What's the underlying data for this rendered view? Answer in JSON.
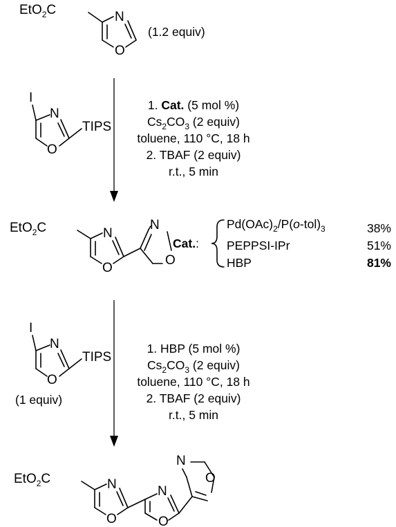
{
  "reagent_top": {
    "ester_group": "EtO",
    "ester_c": "C",
    "atom_n": "N",
    "atom_o": "O",
    "equiv": "(1.2 equiv)"
  },
  "iodo_reagent": {
    "halogen": "I",
    "atom_n": "N",
    "atom_o": "O",
    "group": "TIPS",
    "equiv": "(1 equiv)"
  },
  "step1": {
    "line1_num": "1.",
    "line1_bold": "Cat.",
    "line1_rest": "(5 mol %)",
    "line2_a": "Cs",
    "line2_b": "CO",
    "line2_c": "(2 equiv)",
    "line3": "toluene, 110 °C, 18 h",
    "line4": "2. TBAF (2 equiv)",
    "line5": "r.t., 5 min"
  },
  "product1": {
    "ester_group": "EtO",
    "ester_c": "C",
    "ring1_n": "N",
    "ring1_o": "O",
    "ring2_n": "N",
    "ring2_o": "O"
  },
  "catalyst_table": {
    "label": "Cat.",
    "colon": ":",
    "rows": [
      {
        "name_a": "Pd(OAc)",
        "name_b": "/P(",
        "name_c": "o",
        "name_d": "-tol)",
        "yield": "38%"
      },
      {
        "name": "PEPPSI-IPr",
        "yield": "51%"
      },
      {
        "name": "HBP",
        "yield": "81%"
      }
    ]
  },
  "step2": {
    "line1": "1. HBP (5 mol %)",
    "line2_a": "Cs",
    "line2_b": "CO",
    "line2_c": "(2 equiv)",
    "line3": "toluene, 110 °C, 18 h",
    "line4": "2. TBAF (2 equiv)",
    "line5": "r.t., 5 min"
  },
  "product2": {
    "ester_group": "EtO",
    "ester_c": "C",
    "ring1_n": "N",
    "ring1_o": "O",
    "ring2_n": "N",
    "ring2_o": "O",
    "ring3_n": "N",
    "ring3_o": "O"
  },
  "subscripts": {
    "two": "2",
    "three": "3"
  }
}
